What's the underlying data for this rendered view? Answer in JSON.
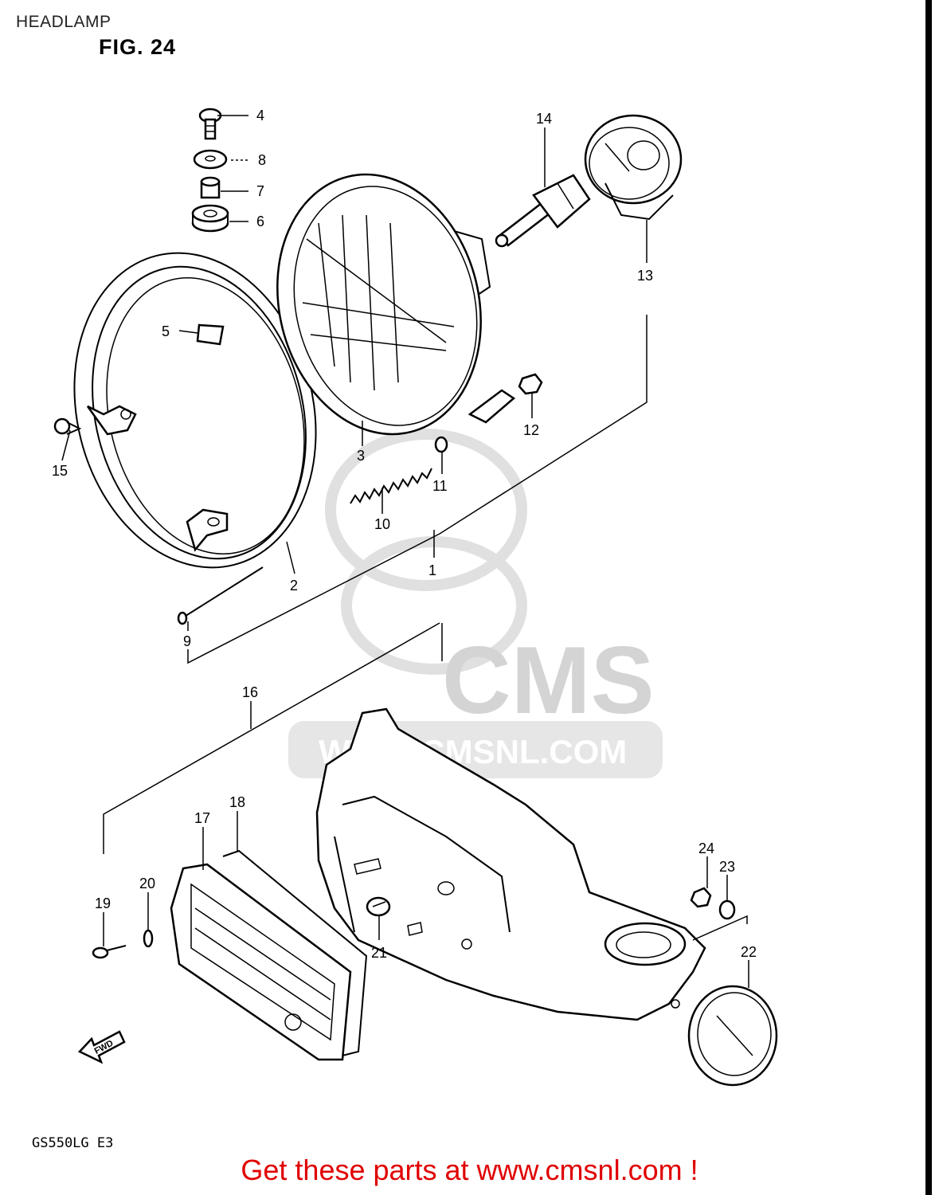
{
  "header": {
    "title": "HEADLAMP",
    "figure": "FIG. 24"
  },
  "model_code": "GS550LG  E3",
  "footer_text": "Get these parts at www.cmsnl.com !",
  "watermark": {
    "logo_text": "CMS",
    "url_text": "WWW.CMSNL.COM"
  },
  "direction_tag": "FWD",
  "colors": {
    "footer": "#e00000",
    "watermark": "#d4d4d4",
    "ink": "#000000"
  },
  "callouts": {
    "c1": "1",
    "c2": "2",
    "c3": "3",
    "c4": "4",
    "c5": "5",
    "c6": "6",
    "c7": "7",
    "c8": "8",
    "c9": "9",
    "c10": "10",
    "c11": "11",
    "c12": "12",
    "c13": "13",
    "c14": "14",
    "c15": "15",
    "c16": "16",
    "c17": "17",
    "c18": "18",
    "c19": "19",
    "c20": "20",
    "c21": "21",
    "c22": "22",
    "c23": "23",
    "c24": "24"
  }
}
